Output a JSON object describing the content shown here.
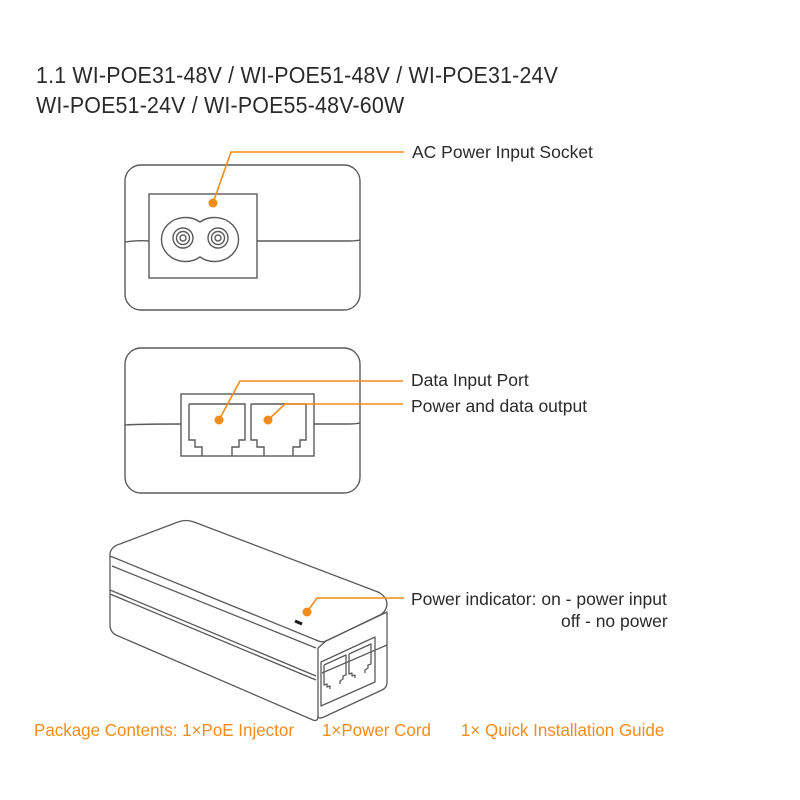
{
  "header": {
    "title_line_1": "1.1 WI-POE31-48V / WI-POE51-48V / WI-POE31-24V",
    "title_line_2": "WI-POE51-24V / WI-POE55-48V-60W"
  },
  "colors": {
    "accent": "#f28c1c",
    "outline": "#5a5a5a",
    "text": "#2a2a2a"
  },
  "views": {
    "ac_side": {
      "callouts": [
        {
          "label": "AC  Power Input Socket"
        }
      ]
    },
    "port_side": {
      "callouts": [
        {
          "label": "Data Input Port"
        },
        {
          "label": "Power and data output"
        }
      ]
    },
    "perspective": {
      "callouts": [
        {
          "label": "Power indicator: on - power input",
          "sublabel": "off - no power"
        }
      ]
    }
  },
  "package_contents": {
    "items": [
      "Package Contents: 1×PoE Injector",
      "1×Power Cord",
      "1× Quick Installation Guide"
    ]
  }
}
